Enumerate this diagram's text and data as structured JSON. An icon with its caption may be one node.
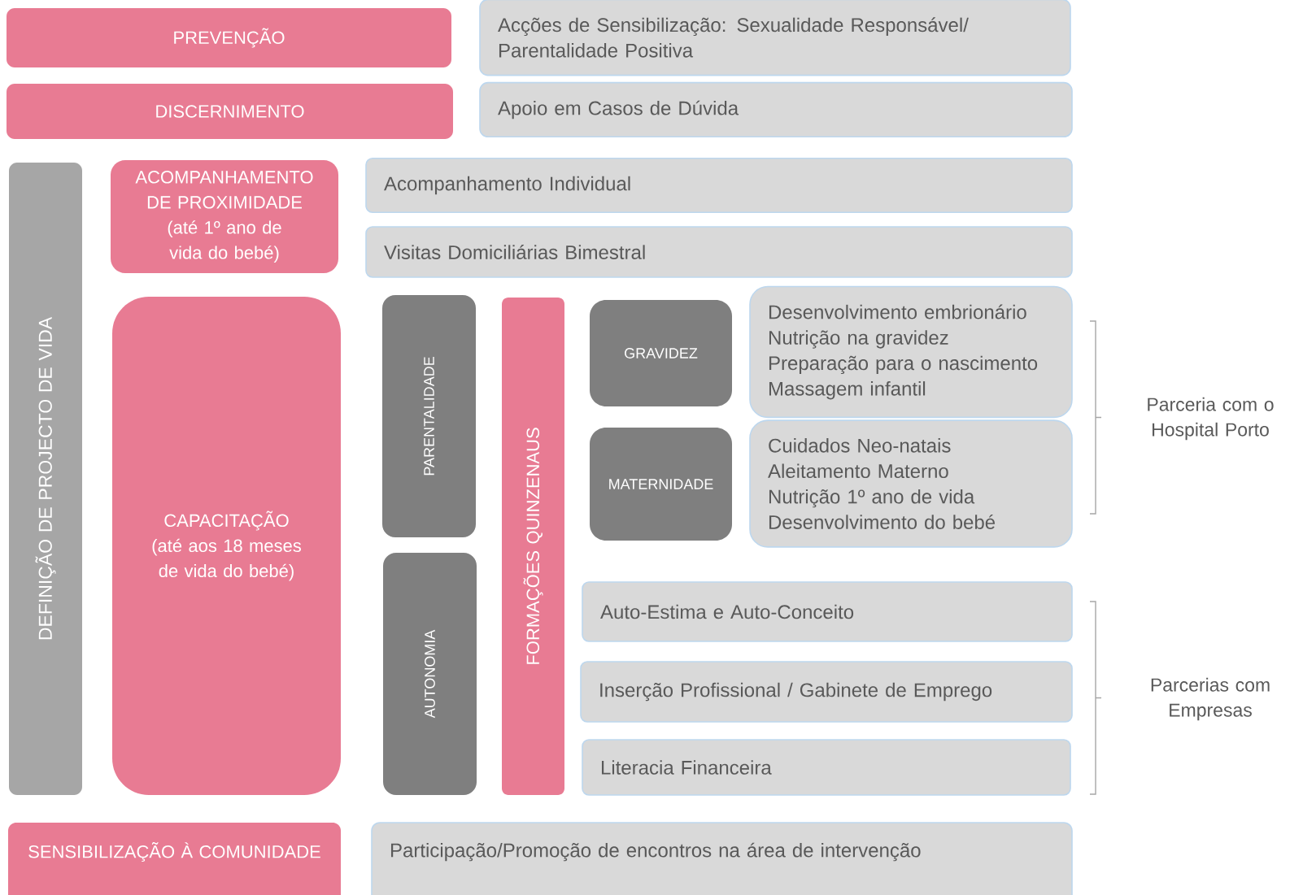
{
  "diagram": {
    "nodes": [
      {
        "text": [
          "PREVENÇÃO"
        ]
      },
      {
        "text": [
          "Acções de Sensibilização: Sexualidade Responsável/ Parentalidade Positiva"
        ]
      },
      {
        "text": [
          "DISCERNIMENTO"
        ]
      },
      {
        "text": [
          "Apoio em Casos de Dúvida"
        ]
      },
      {
        "text": [
          "DEFINIÇÃO DE PROJECTO DE VIDA"
        ]
      },
      {
        "text": [
          "ACOMPANHAMENTO DE PROXIMIDADE",
          "(até 1º ano de vida do bebé)"
        ]
      },
      {
        "text": [
          "Acompanhamento Individual"
        ]
      },
      {
        "text": [
          "Visitas Domiciliárias Bimestral"
        ]
      },
      {
        "text": [
          "CAPACITAÇÃO",
          "(até aos 18 meses de vida do bebé)"
        ]
      },
      {
        "text": [
          "PARENTALIDADE"
        ]
      },
      {
        "text": [
          "AUTONOMIA"
        ]
      },
      {
        "text": [
          "FORMAÇÕES QUINZENAUS"
        ]
      },
      {
        "text": [
          "GRAVIDEZ"
        ]
      },
      {
        "text": [
          "Desenvolvimento embrionário",
          "Nutrição na gravidez",
          "Preparação para o nascimento",
          "Massagem infantil"
        ]
      },
      {
        "text": [
          "MATERNIDADE"
        ]
      },
      {
        "text": [
          "Cuidados Neo-natais",
          "Aleitamento Materno",
          "Nutrição 1º ano de vida",
          "Desenvolvimento do bebé"
        ]
      },
      {
        "text": [
          "Auto-Estima e Auto-Conceito"
        ]
      },
      {
        "text": [
          "Inserção Profissional / Gabinete de Emprego"
        ]
      },
      {
        "text": [
          "Literacia Financeira"
        ]
      },
      {
        "text": [
          "SENSIBILIZAÇÃO À COMUNIDADE"
        ]
      },
      {
        "text": [
          "Participação/Promoção de encontros na área de intervenção"
        ]
      }
    ],
    "labels": [
      "Parceria com o Hospital Porto",
      "Parcerias com Empresas"
    ]
  }
}
